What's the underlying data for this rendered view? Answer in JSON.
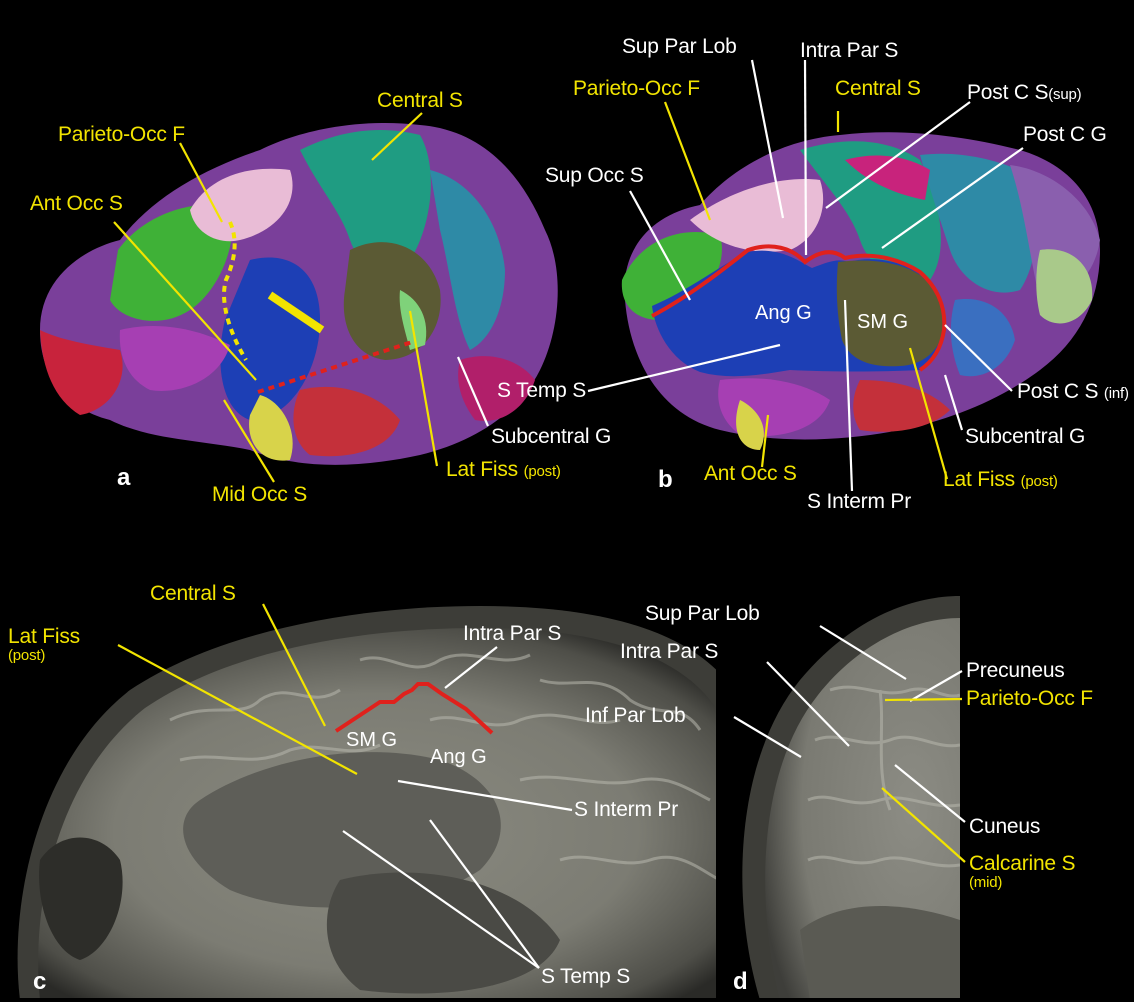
{
  "colors": {
    "yellow_label": "#f2e400",
    "white_label": "#ffffff",
    "red_boundary": "#e0211c",
    "background": "#000000"
  },
  "panel_a": {
    "letter": "a",
    "labels": {
      "parieto_occ_f": "Parieto-Occ F",
      "central_s": "Central S",
      "ant_occ_s": "Ant Occ S",
      "subcentral_g": "Subcentral G",
      "lat_fiss": "Lat Fiss",
      "lat_fiss_qual": "(post)",
      "mid_occ_s": "Mid Occ S"
    }
  },
  "panel_b": {
    "letter": "b",
    "labels": {
      "sup_par_lob": "Sup Par Lob",
      "intra_par_s": "Intra Par S",
      "parieto_occ_f": "Parieto-Occ F",
      "central_s": "Central S",
      "post_c_s_sup": "Post C S",
      "post_c_s_sup_qual": "(sup)",
      "post_c_g": "Post C G",
      "sup_occ_s": "Sup Occ S",
      "ang_g": "Ang G",
      "sm_g": "SM G",
      "s_temp_s": "S Temp S",
      "post_c_s_inf": "Post C S",
      "post_c_s_inf_qual": "(inf)",
      "subcentral_g": "Subcentral G",
      "ant_occ_s": "Ant Occ S",
      "lat_fiss": "Lat Fiss",
      "lat_fiss_qual": "(post)",
      "s_interm_pr": "S Interm Pr"
    }
  },
  "panel_c": {
    "letter": "c",
    "labels": {
      "central_s": "Central S",
      "lat_fiss": "Lat Fiss",
      "lat_fiss_qual": "(post)",
      "intra_par_s": "Intra Par S",
      "sm_g": "SM G",
      "ang_g": "Ang G",
      "s_interm_pr": "S Interm Pr",
      "s_temp_s": "S Temp S"
    }
  },
  "panel_d": {
    "letter": "d",
    "labels": {
      "sup_par_lob": "Sup Par Lob",
      "intra_par_s": "Intra Par S",
      "precuneus": "Precuneus",
      "inf_par_lob": "Inf Par Lob",
      "parieto_occ_f": "Parieto-Occ F",
      "cuneus": "Cuneus",
      "calcarine_s": "Calcarine S",
      "calcarine_s_qual": "(mid)"
    }
  }
}
